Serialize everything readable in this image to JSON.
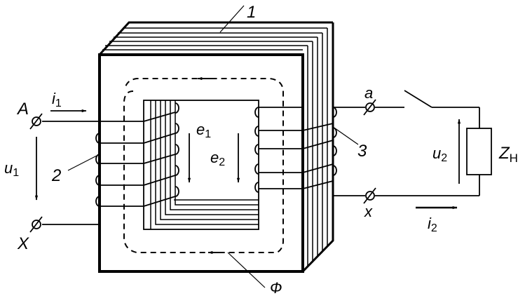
{
  "diagram": {
    "title": "Single-phase transformer",
    "colors": {
      "ink": "#000000",
      "background": "#ffffff"
    },
    "callouts": {
      "core": "1",
      "primary_winding": "2",
      "secondary_winding": "3"
    },
    "terminals": {
      "primary_start": "A",
      "primary_end": "X",
      "secondary_start": "a",
      "secondary_end": "x"
    },
    "quantities": {
      "i1": {
        "base": "i",
        "sub": "1"
      },
      "u1": {
        "base": "u",
        "sub": "1"
      },
      "e1": {
        "base": "e",
        "sub": "1"
      },
      "e2": {
        "base": "e",
        "sub": "2"
      },
      "u2": {
        "base": "u",
        "sub": "2"
      },
      "i2": {
        "base": "i",
        "sub": "2"
      },
      "load": {
        "base": "Z",
        "sub": "Н"
      },
      "flux": "Ф"
    },
    "primary_turns": 5,
    "secondary_turns": 5,
    "core_laminations": 7
  }
}
